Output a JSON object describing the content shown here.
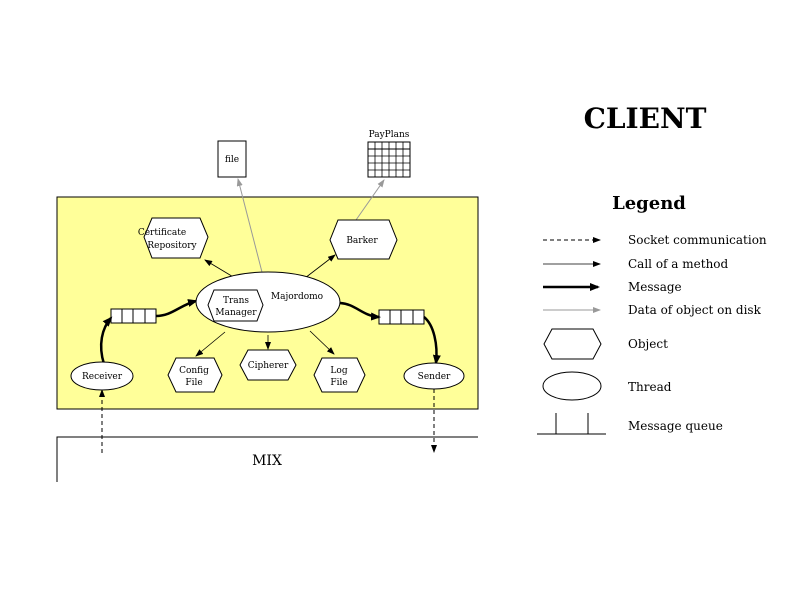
{
  "title": "CLIENT",
  "files": {
    "file": "file",
    "payplans": "PayPlans"
  },
  "nodes": {
    "cert_repo": [
      "Certificate",
      "Repository"
    ],
    "barker": "Barker",
    "majordomo": "Majordomo",
    "trans_manager": [
      "Trans",
      "Manager"
    ],
    "receiver": "Receiver",
    "sender": "Sender",
    "config_file": [
      "Config",
      "File"
    ],
    "cipherer": "Cipherer",
    "log_file": [
      "Log",
      "File"
    ]
  },
  "mix": "MIX",
  "legend": {
    "title": "Legend",
    "socket": "Socket communication",
    "call": "Call of a method",
    "message": "Message",
    "data": "Data of object on disk",
    "object": "Object",
    "thread": "Thread",
    "queue": "Message queue"
  },
  "colors": {
    "client_area": "#ffff99",
    "data_arrow": "#999999",
    "ink": "#000000"
  }
}
